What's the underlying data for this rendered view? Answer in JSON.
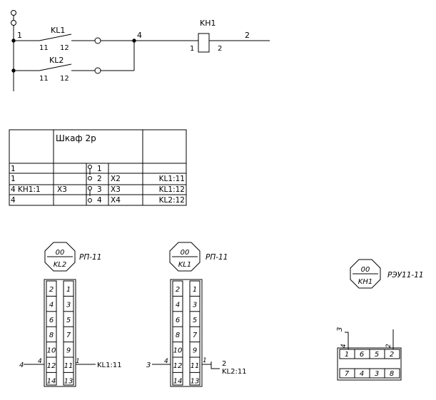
{
  "schematic": {
    "node_left": "1",
    "node_mid": "4",
    "node_right": "2",
    "contact_1_name": "KL1",
    "contact_1_pin_a": "11",
    "contact_1_pin_b": "12",
    "contact_2_name": "KL2",
    "contact_2_pin_a": "11",
    "contact_2_pin_b": "12",
    "coil_name": "KH1",
    "coil_pin_a": "1",
    "coil_pin_b": "2"
  },
  "terminal_table": {
    "header": "Шкаф 2р",
    "rows": [
      {
        "left": "1",
        "mid": "",
        "num": "1",
        "wire": "",
        "dest": ""
      },
      {
        "left": "1",
        "mid": "",
        "num": "2",
        "wire": "X2",
        "dest": "KL1:11"
      },
      {
        "left": "4 KH1:1",
        "mid": "X3",
        "num": "3",
        "wire": "X3",
        "dest": "KL1:12"
      },
      {
        "left": "4",
        "mid": "",
        "num": "4",
        "wire": "X4",
        "dest": "KL2:12"
      }
    ]
  },
  "relay_kl2": {
    "badge_top": "00",
    "badge_bottom": "KL2",
    "type": "РП-11",
    "pins_left": [
      "2",
      "4",
      "6",
      "8",
      "10",
      "12",
      "14"
    ],
    "pins_right": [
      "1",
      "3",
      "5",
      "7",
      "9",
      "11",
      "13"
    ],
    "wire_left": "4",
    "wire_left_pin": "4",
    "wire_right_pin": "1",
    "wire_right_dest": "KL1:11"
  },
  "relay_kl1": {
    "badge_top": "00",
    "badge_bottom": "KL1",
    "type": "РП-11",
    "pins_left": [
      "2",
      "4",
      "6",
      "8",
      "10",
      "12",
      "14"
    ],
    "pins_right": [
      "1",
      "3",
      "5",
      "7",
      "9",
      "11",
      "13"
    ],
    "wire_left": "3",
    "wire_left_pin": "4",
    "wire_right_pin": "1",
    "wire_right_label": "2",
    "wire_right_dest": "KL2:11"
  },
  "relay_kh1": {
    "badge_top": "00",
    "badge_bottom": "KH1",
    "type": "РЭУ11-11",
    "pins_top": [
      "1",
      "6",
      "5",
      "2"
    ],
    "pins_bottom": [
      "7",
      "4",
      "3",
      "8"
    ],
    "wire_left_lbl": "3",
    "wire_left_pin": "4",
    "wire_right_pin": "2"
  }
}
